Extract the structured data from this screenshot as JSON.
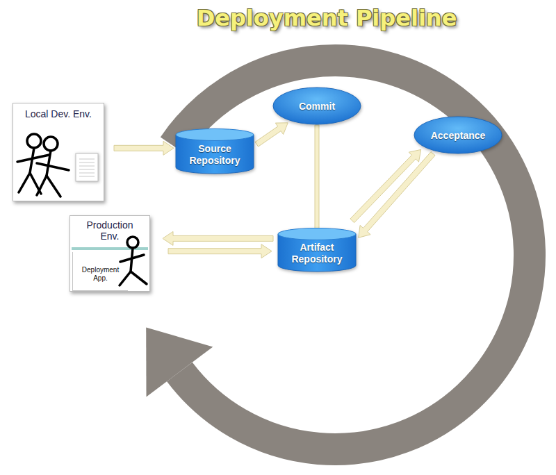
{
  "diagram": {
    "title": "Deployment Pipeline",
    "nodes": [
      {
        "text": [
          "Local Dev. Env."
        ]
      },
      {
        "text": [
          "Source Repository"
        ]
      },
      {
        "text": [
          "Commit"
        ]
      },
      {
        "text": [
          "Acceptance"
        ]
      },
      {
        "text": [
          "Production Env."
        ]
      },
      {
        "text": [
          "Deployment App."
        ],
        "in": 4
      },
      {
        "text": [
          "Artifact Repository"
        ]
      }
    ],
    "edges": [
      {
        "from": 0,
        "to": 1,
        "arrow": "to"
      },
      {
        "from": 1,
        "to": 2,
        "arrow": "to"
      },
      {
        "from": 2,
        "to": 6,
        "arrow": "none"
      },
      {
        "from": 6,
        "to": 3,
        "arrow": "to"
      },
      {
        "from": 3,
        "to": 6,
        "arrow": "to"
      },
      {
        "from": 6,
        "to": 4,
        "arrow": "to"
      },
      {
        "from": 4,
        "to": 6,
        "arrow": "to"
      }
    ]
  }
}
